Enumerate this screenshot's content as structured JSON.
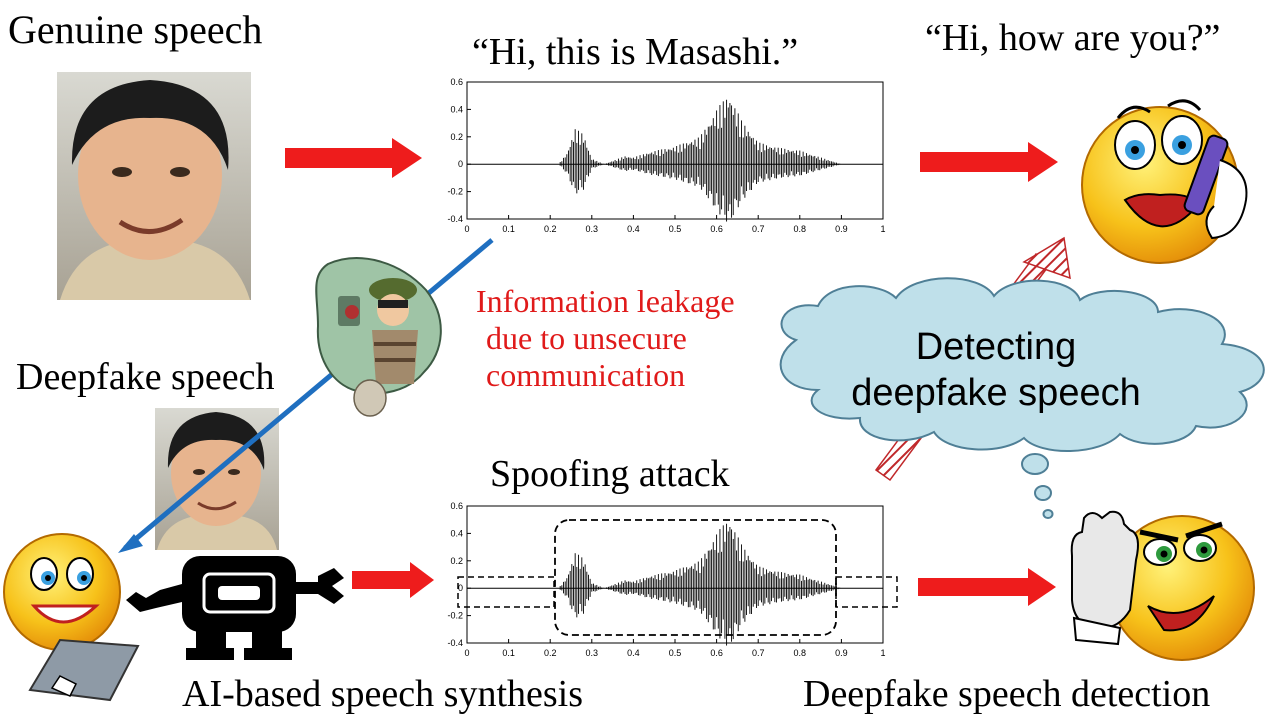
{
  "labels": {
    "genuine_speech": "Genuine speech",
    "quote_masashi": "“Hi, this is Masashi.”",
    "quote_how_are_you": "“Hi, how are you?”",
    "deepfake_speech": "Deepfake speech",
    "info_leak_line1": "Information leakage",
    "info_leak_line2": "due to unsecure",
    "info_leak_line3": "communication",
    "detecting_line1": "Detecting",
    "detecting_line2": "deepfake speech",
    "spoofing_attack": "Spoofing attack",
    "ai_synthesis": "AI-based speech synthesis",
    "deepfake_detection": "Deepfake speech detection"
  },
  "colors": {
    "arrow_red": "#ee1c1c",
    "leak_text": "#e01a1a",
    "leak_line": "#1f6fc0",
    "cloud_fill": "#bfe0ea",
    "hatched_arrow": "#c0282a",
    "smiley_yellow": "#f7c21a"
  },
  "icons": [
    "genuine-speaker-photo",
    "deepfake-speaker-photo",
    "thief-icon",
    "robot-icon",
    "smiley-on-phone-icon",
    "smiley-laptop-icon",
    "suspicious-smiley-icon",
    "thought-cloud-icon"
  ],
  "chart_data": [
    {
      "type": "line",
      "title": "",
      "x_ticks": [
        "0",
        "0.1",
        "0.2",
        "0.3",
        "0.4",
        "0.5",
        "0.6",
        "0.7",
        "0.8",
        "0.9",
        "1"
      ],
      "y_ticks": [
        "0.6",
        "0.4",
        "0.2",
        "0",
        "-0.2",
        "-0.4"
      ],
      "xlim": [
        0,
        1
      ],
      "ylim": [
        -0.4,
        0.6
      ],
      "series": [
        {
          "x": 0.22,
          "y": 0.0
        },
        {
          "x": 0.24,
          "y": 0.08
        },
        {
          "x": 0.26,
          "y": 0.26
        },
        {
          "x": 0.28,
          "y": 0.22
        },
        {
          "x": 0.3,
          "y": 0.04
        },
        {
          "x": 0.33,
          "y": 0.0
        },
        {
          "x": 0.38,
          "y": 0.06
        },
        {
          "x": 0.4,
          "y": 0.05
        },
        {
          "x": 0.44,
          "y": 0.09
        },
        {
          "x": 0.5,
          "y": 0.13
        },
        {
          "x": 0.56,
          "y": 0.2
        },
        {
          "x": 0.6,
          "y": 0.4
        },
        {
          "x": 0.63,
          "y": 0.52
        },
        {
          "x": 0.66,
          "y": 0.32
        },
        {
          "x": 0.7,
          "y": 0.16
        },
        {
          "x": 0.75,
          "y": 0.12
        },
        {
          "x": 0.8,
          "y": 0.1
        },
        {
          "x": 0.86,
          "y": 0.04
        },
        {
          "x": 0.9,
          "y": 0.0
        }
      ]
    },
    {
      "type": "line",
      "title": "",
      "x_ticks": [
        "0",
        "0.1",
        "0.2",
        "0.3",
        "0.4",
        "0.5",
        "0.6",
        "0.7",
        "0.8",
        "0.9",
        "1"
      ],
      "y_ticks": [
        "0.6",
        "0.4",
        "0.2",
        "0",
        "-0.2",
        "-0.4"
      ],
      "xlim": [
        0,
        1
      ],
      "ylim": [
        -0.4,
        0.6
      ],
      "series": [
        {
          "x": 0.22,
          "y": 0.0
        },
        {
          "x": 0.24,
          "y": 0.08
        },
        {
          "x": 0.26,
          "y": 0.26
        },
        {
          "x": 0.28,
          "y": 0.22
        },
        {
          "x": 0.3,
          "y": 0.04
        },
        {
          "x": 0.33,
          "y": 0.0
        },
        {
          "x": 0.38,
          "y": 0.06
        },
        {
          "x": 0.4,
          "y": 0.05
        },
        {
          "x": 0.44,
          "y": 0.09
        },
        {
          "x": 0.5,
          "y": 0.13
        },
        {
          "x": 0.56,
          "y": 0.2
        },
        {
          "x": 0.6,
          "y": 0.4
        },
        {
          "x": 0.63,
          "y": 0.52
        },
        {
          "x": 0.66,
          "y": 0.32
        },
        {
          "x": 0.7,
          "y": 0.16
        },
        {
          "x": 0.75,
          "y": 0.12
        },
        {
          "x": 0.8,
          "y": 0.1
        },
        {
          "x": 0.86,
          "y": 0.04
        },
        {
          "x": 0.9,
          "y": 0.0
        }
      ]
    }
  ]
}
